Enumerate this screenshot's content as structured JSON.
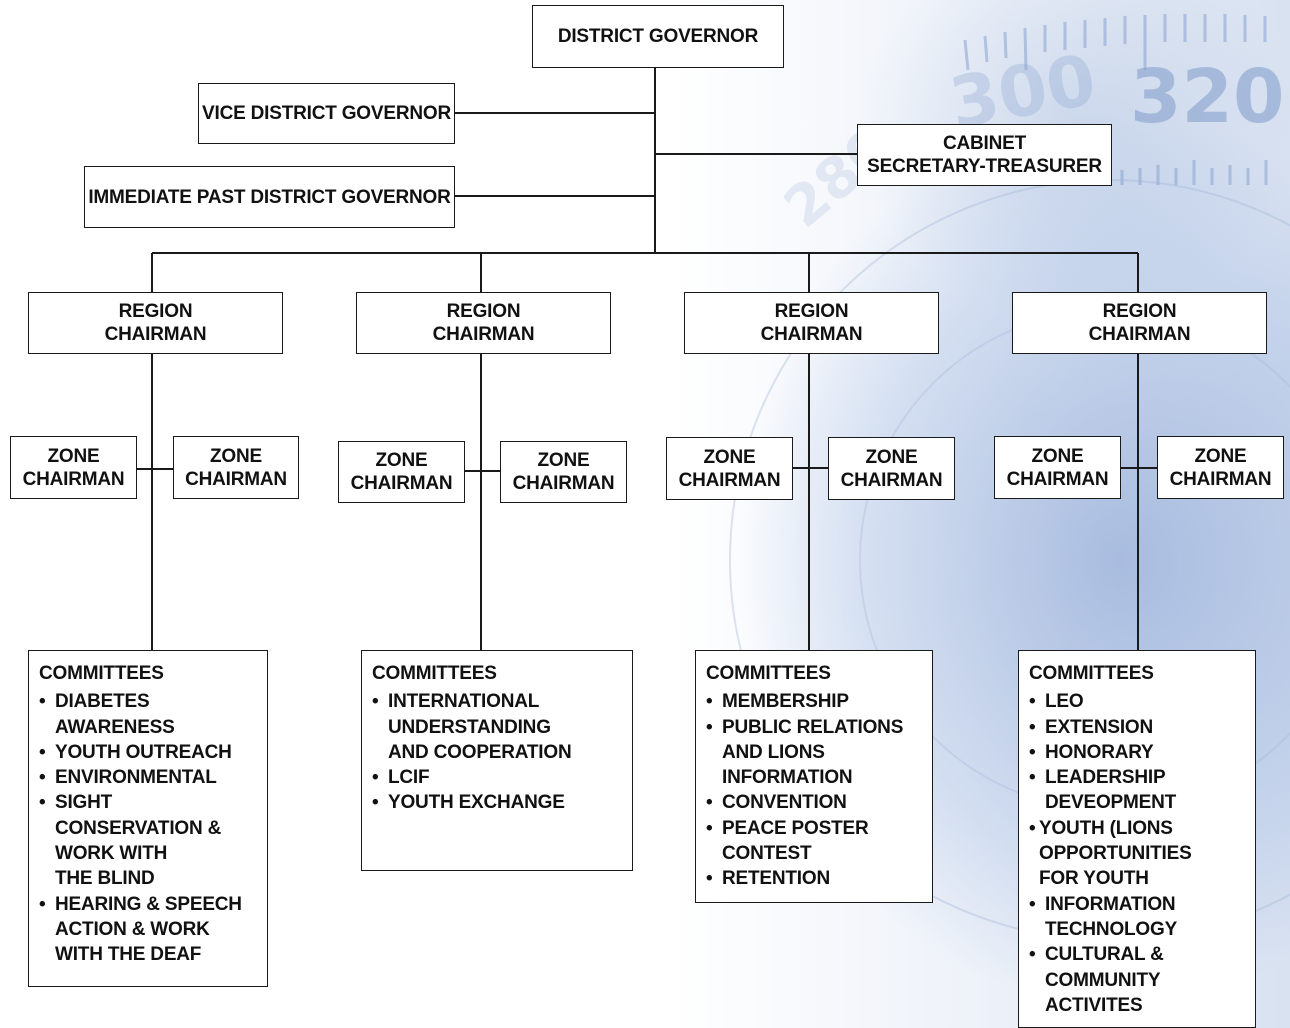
{
  "top": {
    "district_governor": "DISTRICT GOVERNOR",
    "vice_district_governor": "VICE DISTRICT GOVERNOR",
    "immediate_past_district_governor": "IMMEDIATE PAST DISTRICT GOVERNOR",
    "cabinet": [
      "CABINET",
      "SECRETARY-TREASURER"
    ]
  },
  "regions": [
    {
      "chairman": [
        "REGION",
        "CHAIRMAN"
      ],
      "zones": [
        [
          "ZONE",
          "CHAIRMAN"
        ],
        [
          "ZONE",
          "CHAIRMAN"
        ]
      ],
      "committees": {
        "title": "COMMITTEES",
        "items": [
          [
            "• ",
            "DIABETES\nAWARENESS"
          ],
          [
            "• ",
            "YOUTH OUTREACH"
          ],
          [
            "• ",
            "ENVIRONMENTAL"
          ],
          [
            "• ",
            "SIGHT\nCONSERVATION &\nWORK WITH\nTHE BLIND"
          ],
          [
            "• ",
            "HEARING & SPEECH\nACTION & WORK\nWITH THE DEAF"
          ]
        ]
      }
    },
    {
      "chairman": [
        "REGION",
        "CHAIRMAN"
      ],
      "zones": [
        [
          "ZONE",
          "CHAIRMAN"
        ],
        [
          "ZONE",
          "CHAIRMAN"
        ]
      ],
      "committees": {
        "title": "COMMITTEES",
        "items": [
          [
            "• ",
            "INTERNATIONAL\nUNDERSTANDING\nAND COOPERATION"
          ],
          [
            "• ",
            "LCIF"
          ],
          [
            "• ",
            "YOUTH EXCHANGE"
          ]
        ]
      }
    },
    {
      "chairman": [
        "REGION",
        "CHAIRMAN"
      ],
      "zones": [
        [
          "ZONE",
          "CHAIRMAN"
        ],
        [
          "ZONE",
          "CHAIRMAN"
        ]
      ],
      "committees": {
        "title": "COMMITTEES",
        "items": [
          [
            "• ",
            "MEMBERSHIP"
          ],
          [
            "• ",
            "PUBLIC RELATIONS\nAND LIONS\nINFORMATION"
          ],
          [
            "• ",
            "CONVENTION"
          ],
          [
            "• ",
            "PEACE POSTER\nCONTEST"
          ],
          [
            "• ",
            "RETENTION"
          ]
        ]
      }
    },
    {
      "chairman": [
        "REGION",
        "CHAIRMAN"
      ],
      "zones": [
        [
          "ZONE",
          "CHAIRMAN"
        ],
        [
          "ZONE",
          "CHAIRMAN"
        ]
      ],
      "committees": {
        "title": "COMMITTEES",
        "items": [
          [
            "• ",
            "LEO"
          ],
          [
            "• ",
            "EXTENSION"
          ],
          [
            "• ",
            "HONORARY"
          ],
          [
            "• ",
            "LEADERSHIP\nDEVEOPMENT"
          ],
          [
            "•",
            "YOUTH (LIONS\nOPPORTUNITIES\nFOR YOUTH"
          ],
          [
            "• ",
            "INFORMATION\nTECHNOLOGY"
          ],
          [
            "• ",
            "CULTURAL &\nCOMMUNITY\nACTIVITES"
          ]
        ]
      }
    }
  ],
  "background": {
    "dial_numbers": [
      "300",
      "320",
      "280"
    ],
    "colors": {
      "dial_blue": "#7f9bcb",
      "line": "#1a1a1a"
    }
  }
}
